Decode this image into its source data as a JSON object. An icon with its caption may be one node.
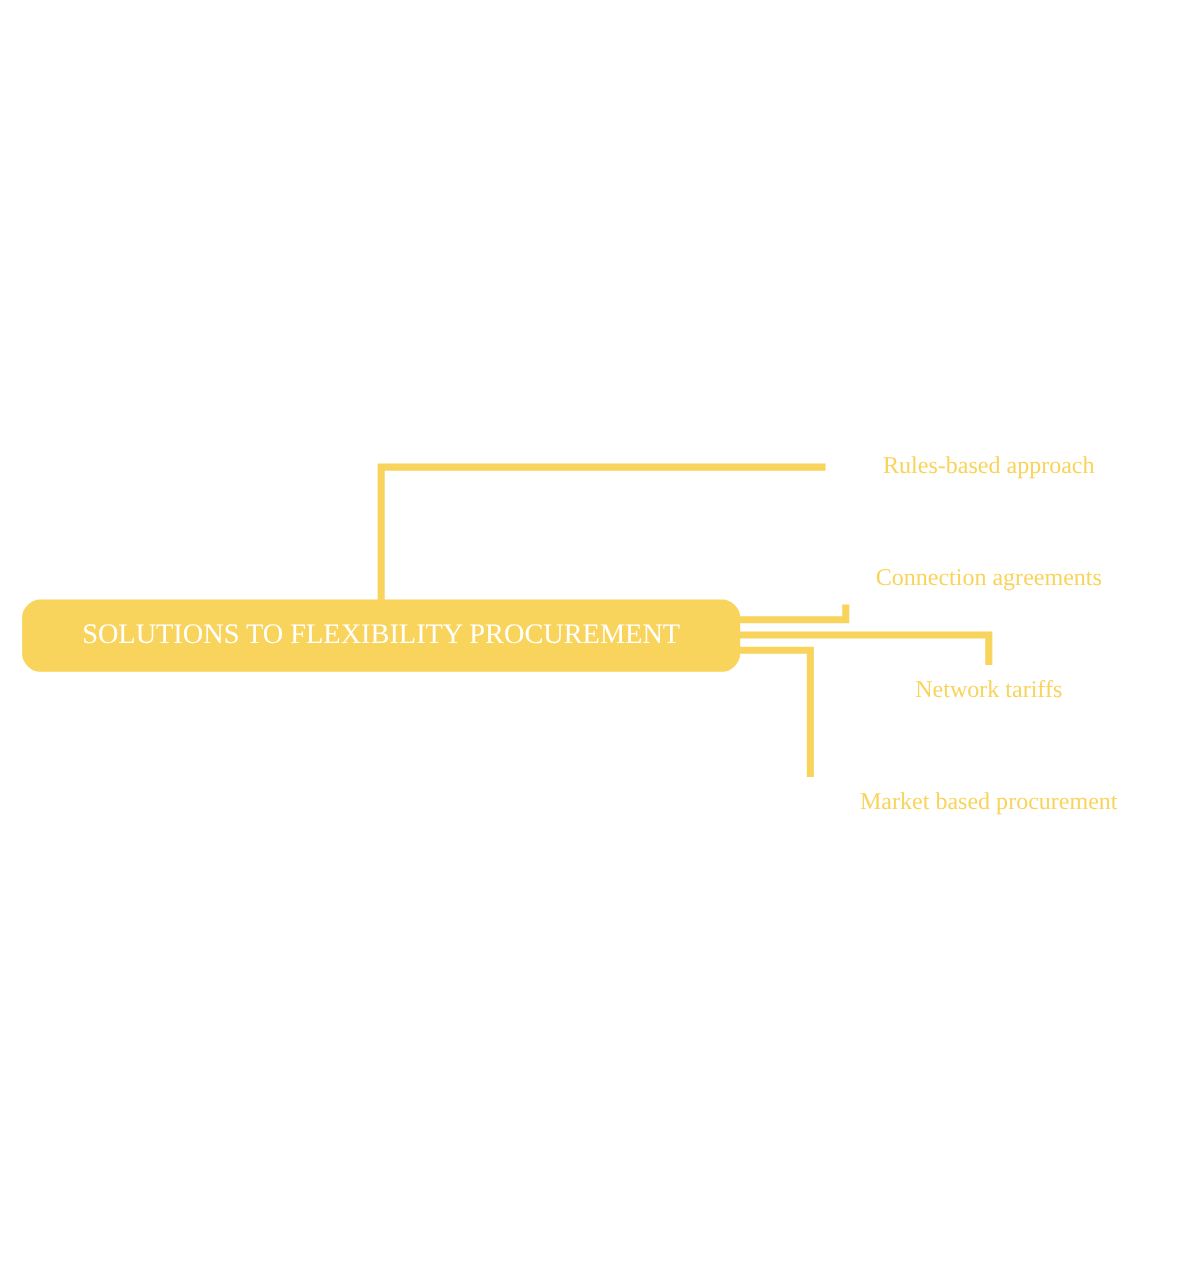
{
  "diagram": {
    "nodes": [
      {
        "text": [
          "SOLUTIONS TO FLEXIBILITY PROCUREMENT"
        ]
      },
      {
        "text": [
          "Rules-based approach"
        ]
      },
      {
        "text": [
          "Connection agreements"
        ]
      },
      {
        "text": [
          "Network tariffs"
        ]
      },
      {
        "text": [
          "Market based procurement"
        ]
      }
    ],
    "edges": [
      {
        "from": 0,
        "to": 1,
        "arrow": "none"
      },
      {
        "from": 0,
        "to": 2,
        "arrow": "none"
      },
      {
        "from": 0,
        "to": 3,
        "arrow": "none"
      },
      {
        "from": 0,
        "to": 4,
        "arrow": "none"
      }
    ]
  }
}
